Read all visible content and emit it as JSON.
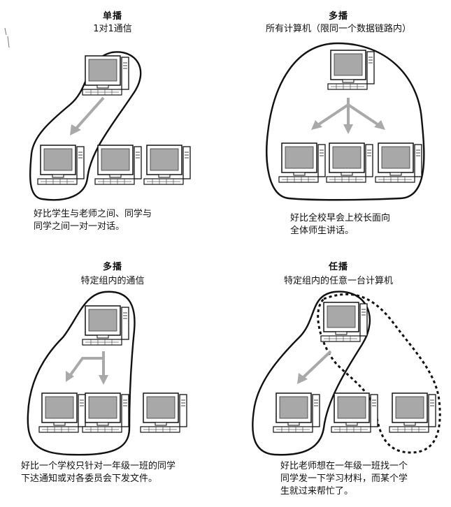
{
  "panels": [
    {
      "title": "单播",
      "subtitle": "1对1通信",
      "caption": [
        "好比学生与老师之间、同学与",
        "同学之间一对一对话。"
      ]
    },
    {
      "title": "多播",
      "subtitle": "所有计算机（限同一个数据链路内）",
      "caption": [
        "好比全校早会上校长面向",
        "全体师生讲话。"
      ]
    },
    {
      "title": "多播",
      "subtitle": "特定组内的通信",
      "caption": [
        "好比一个学校只针对一年级一班的同学",
        "下达通知或对各委员会下发文件。"
      ]
    },
    {
      "title": "任播",
      "subtitle": "特定组内的任意一台计算机",
      "caption": [
        "好比老师想在一年级一班找一个",
        "同学发一下学习材料，而某个学",
        "生就过来帮忙了。"
      ]
    }
  ],
  "colors": {
    "arrow": "#a9a9a9",
    "screen": "#a8a8a8",
    "outline": "#111111"
  }
}
